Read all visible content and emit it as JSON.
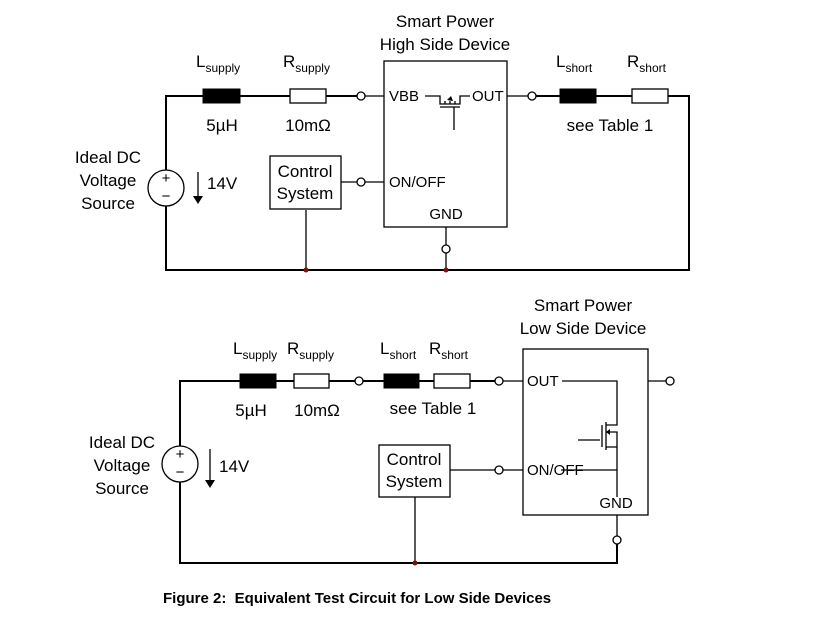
{
  "top": {
    "device_title_line1": "Smart Power",
    "device_title_line2": "High Side Device",
    "l_supply_main": "L",
    "l_supply_sub": "supply",
    "r_supply_main": "R",
    "r_supply_sub": "supply",
    "l_short_main": "L",
    "l_short_sub": "short",
    "r_short_main": "R",
    "r_short_sub": "short",
    "inductance_value": "5µH",
    "resistance_value": "10mΩ",
    "short_value": "see Table 1",
    "source_line1": "Ideal DC",
    "source_line2": "Voltage",
    "source_line3": "Source",
    "source_voltage": "14V",
    "plus": "+",
    "minus": "−",
    "control_line1": "Control",
    "control_line2": "System",
    "pin_vbb": "VBB",
    "pin_out": "OUT",
    "pin_onoff": "ON/OFF",
    "pin_gnd": "GND"
  },
  "bottom": {
    "device_title_line1": "Smart Power",
    "device_title_line2": "Low Side Device",
    "l_supply_main": "L",
    "l_supply_sub": "supply",
    "r_supply_main": "R",
    "r_supply_sub": "supply",
    "l_short_main": "L",
    "l_short_sub": "short",
    "r_short_main": "R",
    "r_short_sub": "short",
    "inductance_value": "5µH",
    "resistance_value": "10mΩ",
    "short_value": "see Table 1",
    "source_line1": "Ideal DC",
    "source_line2": "Voltage",
    "source_line3": "Source",
    "source_voltage": "14V",
    "plus": "+",
    "minus": "−",
    "control_line1": "Control",
    "control_line2": "System",
    "pin_out": "OUT",
    "pin_onoff": "ON/OFF",
    "pin_gnd": "GND"
  },
  "caption": "Figure 2:  Equivalent Test Circuit for Low Side Devices"
}
